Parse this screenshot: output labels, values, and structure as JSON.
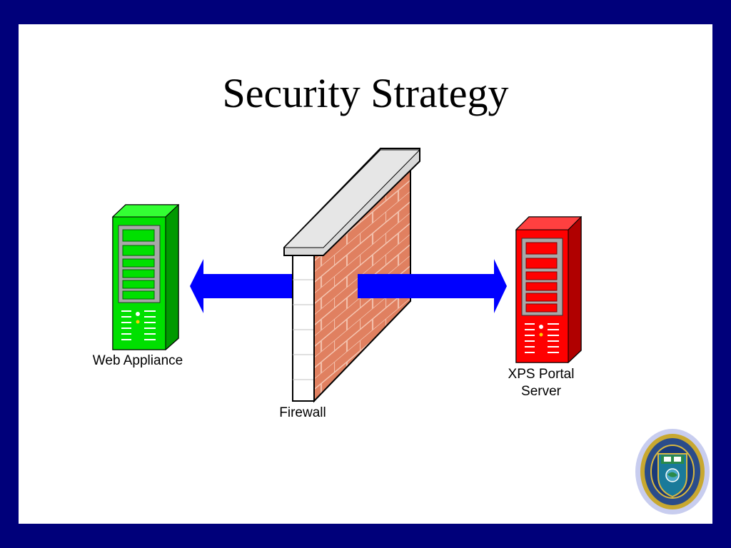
{
  "slide": {
    "title": "Security Strategy"
  },
  "diagram": {
    "nodes": {
      "web_appliance": {
        "label": "Web Appliance",
        "color": "#00e000"
      },
      "firewall": {
        "label": "Firewall",
        "color": "#e08060"
      },
      "xps_portal_server": {
        "label_line1": "XPS Portal",
        "label_line2": "Server",
        "color": "#ff0000"
      }
    },
    "arrow_color": "#0000ff",
    "background_border_color": "#00007a"
  },
  "seal": {
    "icon": "university-seal-icon"
  }
}
